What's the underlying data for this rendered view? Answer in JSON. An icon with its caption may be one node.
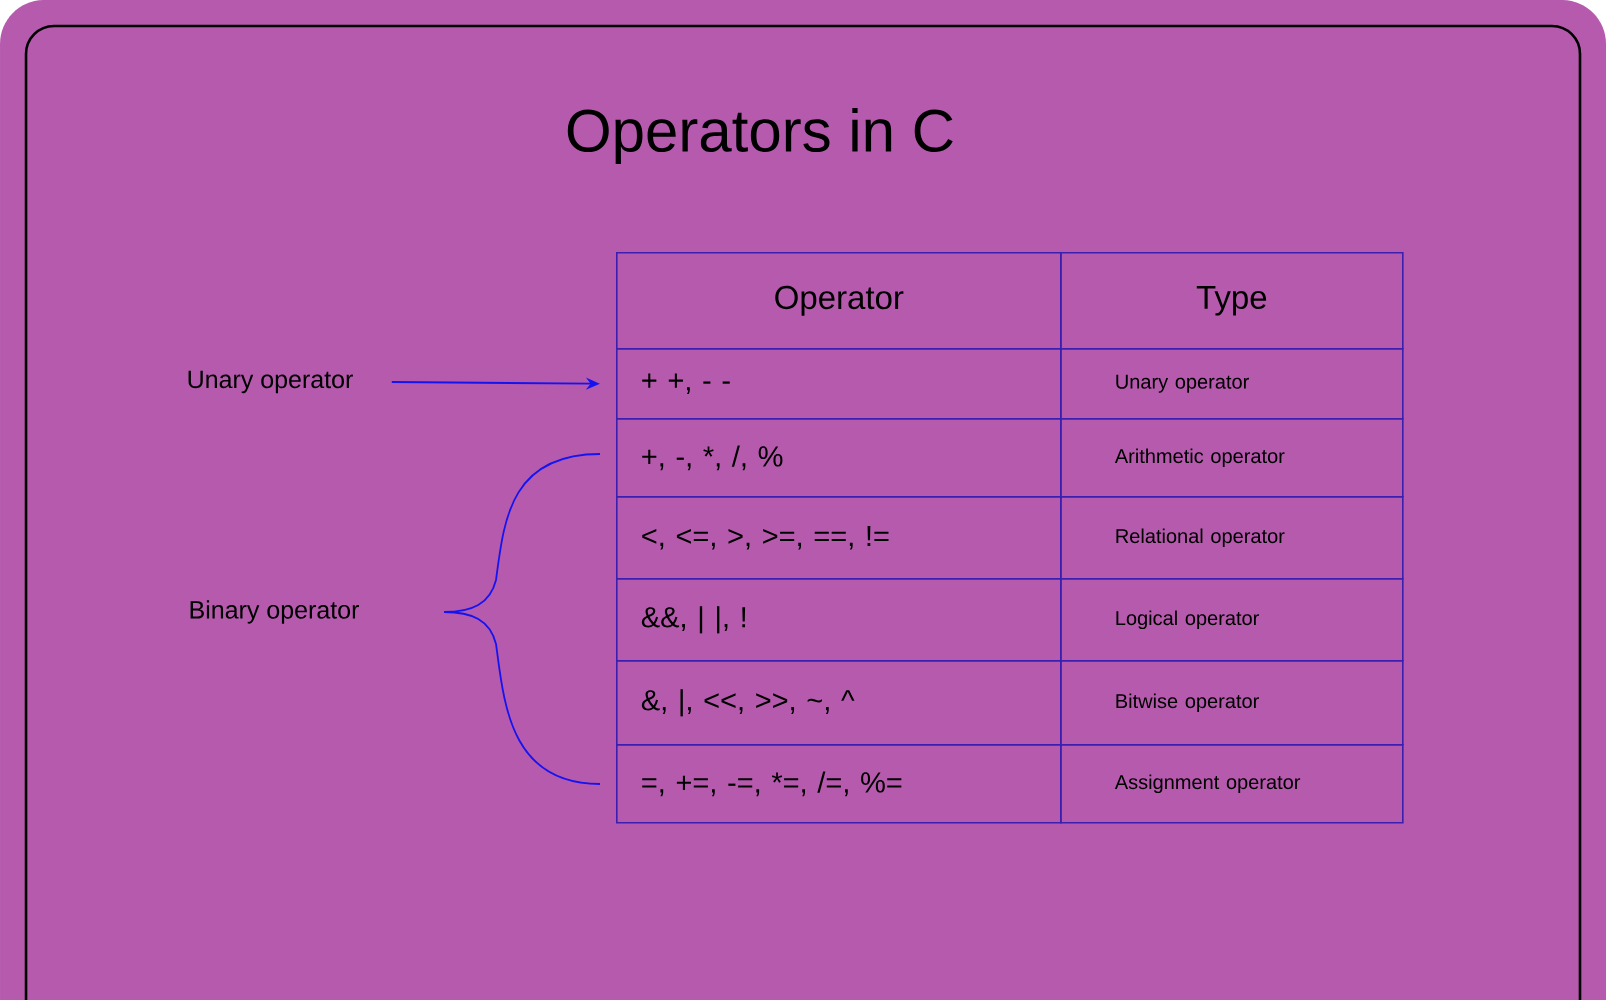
{
  "diagram": {
    "title": "Operators in C",
    "nodes": [
      {
        "text": [
          "Unary operator"
        ]
      },
      {
        "text": [
          "Binary operator"
        ]
      },
      {
        "text": [
          "Operator"
        ]
      },
      {
        "text": [
          "Type"
        ]
      },
      {
        "text": [
          "+ +, - -"
        ]
      },
      {
        "text": [
          "Unary operator"
        ]
      },
      {
        "text": [
          "+, -, *, /, %"
        ]
      },
      {
        "text": [
          "Arithmetic operator"
        ]
      },
      {
        "text": [
          "<, <=, >, >=, ==, !="
        ]
      },
      {
        "text": [
          "Relational operator"
        ]
      },
      {
        "text": [
          "&&, | |, !"
        ]
      },
      {
        "text": [
          "Logical operator"
        ]
      },
      {
        "text": [
          "&, |, <<, >>, ~, ^"
        ]
      },
      {
        "text": [
          "Bitwise operator"
        ]
      },
      {
        "text": [
          "=, +=, -=, *=, /=, %="
        ]
      },
      {
        "text": [
          "Assignment operator"
        ]
      }
    ],
    "edges": [
      {
        "from": 0,
        "to": 4,
        "arrow": "to"
      }
    ]
  }
}
